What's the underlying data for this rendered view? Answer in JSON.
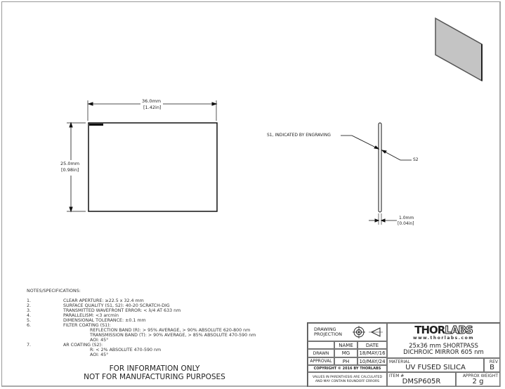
{
  "front_view": {
    "width_mm": "36.0mm",
    "width_in": "[1.42in]",
    "height_mm": "25.0mm",
    "height_in": "[0.98in]"
  },
  "side_view": {
    "s1_label": "S1, INDICATED BY ENGRAVING",
    "s2_label": "S2",
    "thickness_mm": "1.0mm",
    "thickness_in": "[0.04in]"
  },
  "notes": {
    "title": "NOTES/SPECIFICATIONS:",
    "items": [
      {
        "num": "1.",
        "text": "CLEAR APERTURE: ≥22.5 x 32.4 mm"
      },
      {
        "num": "2.",
        "text": "SURFACE QUALITY (S1, S2): 40-20 SCRATCH-DIG"
      },
      {
        "num": "3.",
        "text": "TRANSMITTED WAVEFRONT ERROR: < λ/4 AT 633 nm"
      },
      {
        "num": "4.",
        "text": "PARALLELISM: <3 arcmin"
      },
      {
        "num": "5.",
        "text": "DIMENSIONAL TOLERANCE: ±0.1 mm"
      },
      {
        "num": "6.",
        "text": "FILTER COATING (S1):"
      },
      {
        "num": "7.",
        "text": "AR COATING (S2):"
      }
    ],
    "filter_sub": [
      "REFLECTION BAND (R): > 95% AVERAGE, > 90% ABSOLUTE 620-800 nm",
      "TRANSMISSION BAND (T): > 90% AVERAGE, > 85% ABSOLUTE 470-590 nm",
      "AOI: 45°"
    ],
    "ar_sub": [
      "R: < 2% ABSOLUTE 470-590 nm",
      "AOI: 45°"
    ]
  },
  "disclaimer": [
    "FOR INFORMATION ONLY",
    "NOT FOR MANUFACTURING PURPOSES"
  ],
  "title_block": {
    "projection_label": "DRAWING PROJECTION",
    "name_header": "NAME",
    "date_header": "DATE",
    "drawn_label": "DRAWN",
    "drawn_name": "MG",
    "drawn_date": "18/MAY/16",
    "approval_label": "APPROVAL",
    "approval_name": "PH",
    "approval_date": "10/MAY/24",
    "copyright": "COPYRIGHT © 2016 BY THORLABS",
    "values_note_1": "VALUES IN PARENTHESIS ARE CALCULATED",
    "values_note_2": "AND MAY CONTAIN ROUNDOFF ERRORS",
    "logo_thor": "THOR",
    "logo_labs": "LABS",
    "website": "www.thorlabs.com",
    "title_1": "25x36 mm SHORTPASS",
    "title_2": "DICHROIC MIRROR 605 nm",
    "material_label": "MATERIAL",
    "material": "UV FUSED SILICA",
    "rev_label": "REV",
    "rev": "B",
    "item_label": "ITEM #",
    "item": "DMSP605R",
    "weight_label": "APPROX WEIGHT",
    "weight": "2 g"
  }
}
